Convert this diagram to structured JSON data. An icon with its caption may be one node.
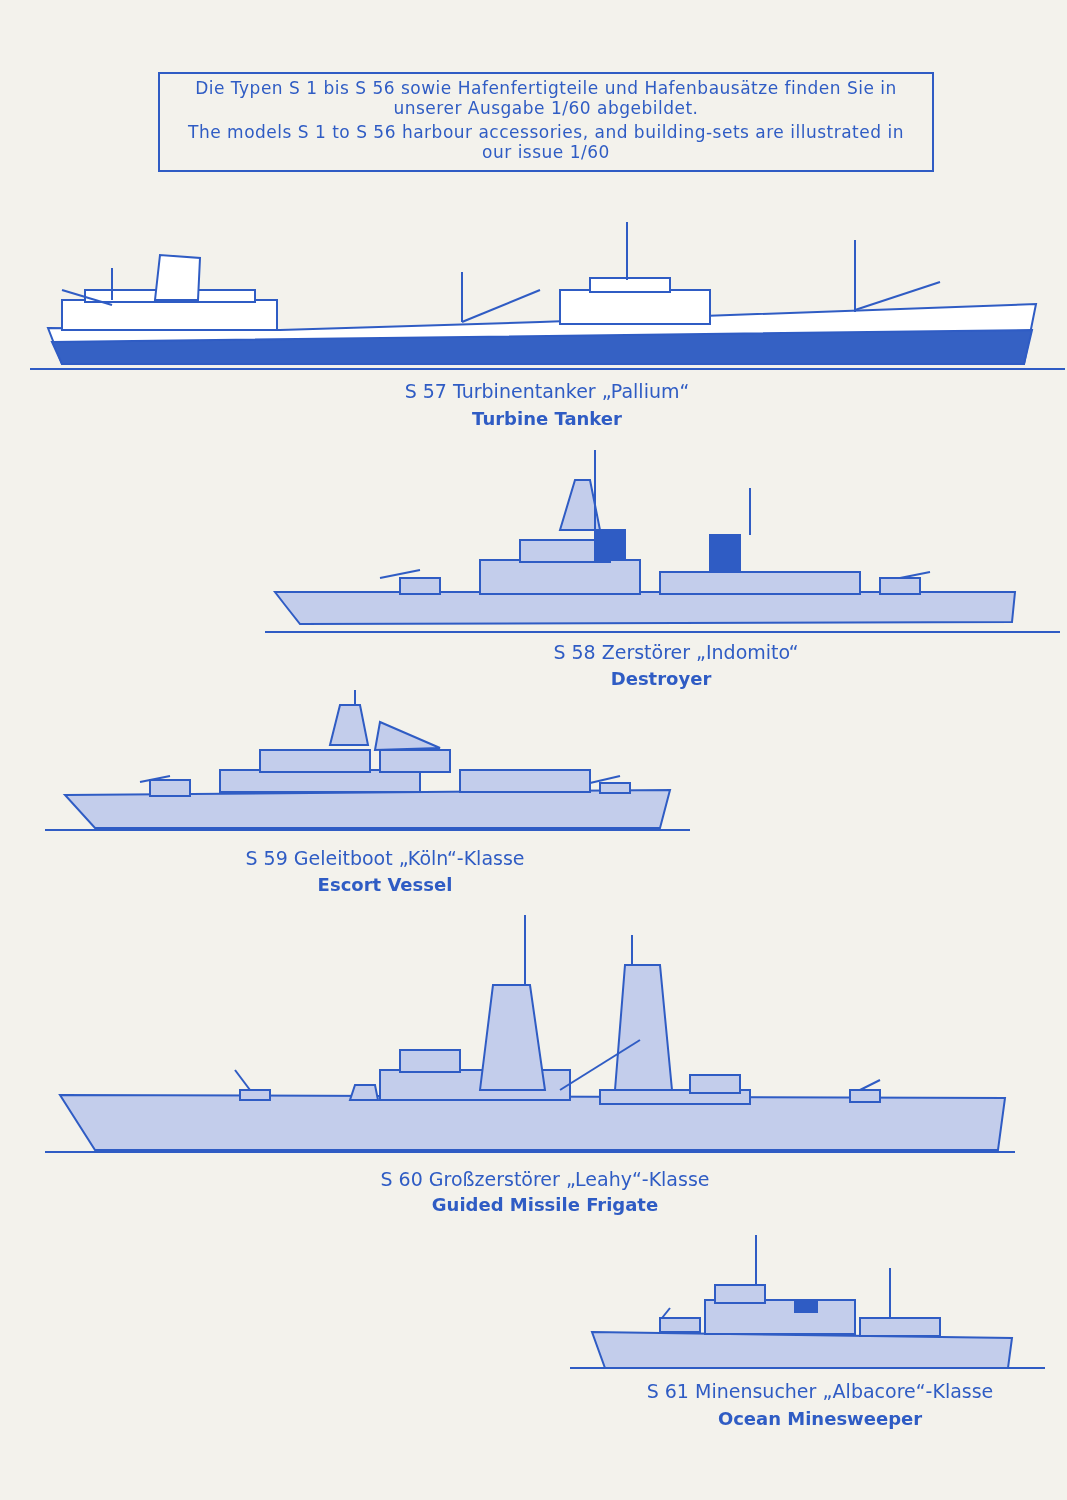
{
  "diagram": {
    "nodes": [
      {
        "text": [
          "Die Typen S 1 bis S 56 sowie Hafenfertigteile und Hafenbausätze finden Sie in unserer Ausgabe 1/60 abgebildet.",
          "The models S 1 to S 56 harbour accessories, and building-sets are illustrated in our issue 1/60"
        ]
      }
    ],
    "labels": [
      "S 57 Turbinentanker „Pallium“",
      "Turbine Tanker",
      "S 58 Zerstörer „Indomito“",
      "Destroyer",
      "S 59 Geleitboot „Köln“-Klasse",
      "Escort Vessel",
      "S 60 Großzerstörer „Leahy“-Klasse",
      "Guided Missile Frigate",
      "S 61 Minensucher „Albacore“-Klasse",
      "Ocean Minesweeper"
    ]
  }
}
